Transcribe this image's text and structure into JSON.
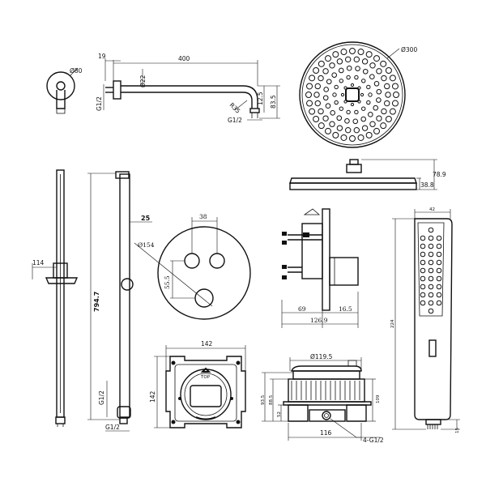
{
  "views": {
    "arm_mount": {
      "diameter": "Ø80",
      "depth": "19",
      "thread": "G1/2"
    },
    "shower_arm": {
      "length": "400",
      "tube": "Ø22",
      "radius": "R35",
      "offset": "12.5",
      "drop": "83.5",
      "thread": "G1/2"
    },
    "shower_head": {
      "diameter": "Ø300",
      "height": "78.9",
      "plate": "38.8"
    },
    "slide_rail": {
      "width": "114",
      "length": "794.7",
      "offset": "25",
      "thread_side": "G1/2",
      "thread_bottom": "G1/2"
    },
    "valve_plate": {
      "spacing": "38",
      "diameter": "Ø154",
      "offset": "55.5"
    },
    "valve_side": {
      "depth": "69",
      "trim": "16.5",
      "total": "126.9"
    },
    "hand_shower": {
      "width": "42",
      "length": "224",
      "nozzle": "15"
    },
    "box_top": {
      "width": "142",
      "height": "142",
      "mark_top": "TOP"
    },
    "box_side": {
      "diameter": "Ø119.5",
      "h1": "93.5",
      "h2": "88.5",
      "depth": "52",
      "width": "116",
      "h3": "109",
      "outlets": "4-G1/2"
    }
  }
}
